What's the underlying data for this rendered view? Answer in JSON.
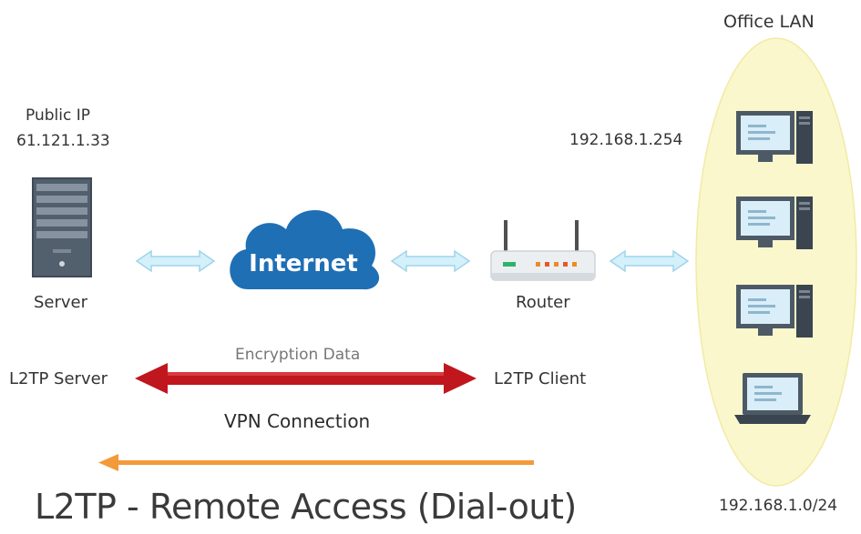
{
  "office_lan": {
    "title": "Office LAN",
    "subnet": "192.168.1.0/24"
  },
  "server": {
    "public_ip_label": "Public IP",
    "public_ip_value": "61.121.1.33",
    "label": "Server",
    "role": "L2TP Server"
  },
  "internet": {
    "label": "Internet"
  },
  "router": {
    "ip": "192.168.1.254",
    "label": "Router",
    "role": "L2TP Client"
  },
  "vpn": {
    "encryption_label": "Encryption Data",
    "connection_label": "VPN Connection"
  },
  "title": "L2TP - Remote Access (Dial-out)",
  "colors": {
    "lan_ellipse": "#fbf7cc",
    "cloud": "#1f6fb5",
    "vpn_arrow": "#c0161d",
    "direction_arrow": "#f39a3a",
    "link_arrow": "#cfeef9"
  },
  "icons": [
    "server-icon",
    "cloud-icon",
    "router-icon",
    "desktop-icon",
    "laptop-icon"
  ]
}
